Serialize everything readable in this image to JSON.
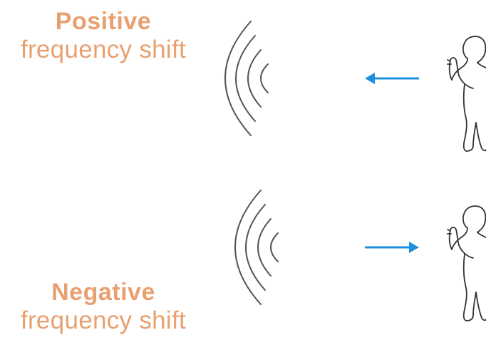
{
  "top": {
    "title": "Positive",
    "subtitle": "frequency shift",
    "arrow_direction": "left"
  },
  "bottom": {
    "title": "Negative",
    "subtitle": "frequency shift",
    "arrow_direction": "right"
  },
  "colors": {
    "label": "#E8A070",
    "arrow": "#1F8FE0",
    "waves": "#555555",
    "person": "#333333"
  },
  "icons": [
    "sound-wave-icon",
    "arrow-icon",
    "person-icon"
  ]
}
